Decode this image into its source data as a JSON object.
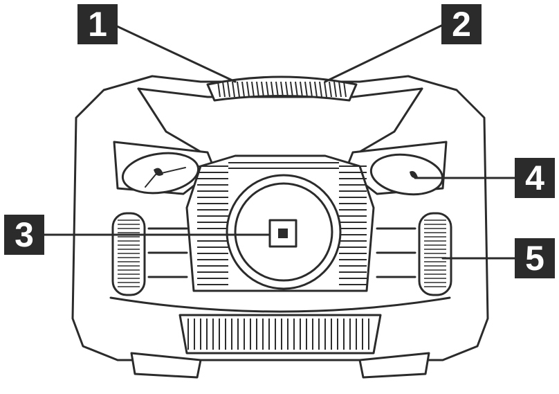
{
  "callouts": [
    {
      "number": "1"
    },
    {
      "number": "2"
    },
    {
      "number": "3"
    },
    {
      "number": "4"
    },
    {
      "number": "5"
    }
  ],
  "colors": {
    "ink": "#2b2b2b",
    "background": "#ffffff"
  },
  "icons": [
    "speaker-device",
    "top-vent",
    "center-woofer",
    "led-button",
    "side-radiator"
  ]
}
